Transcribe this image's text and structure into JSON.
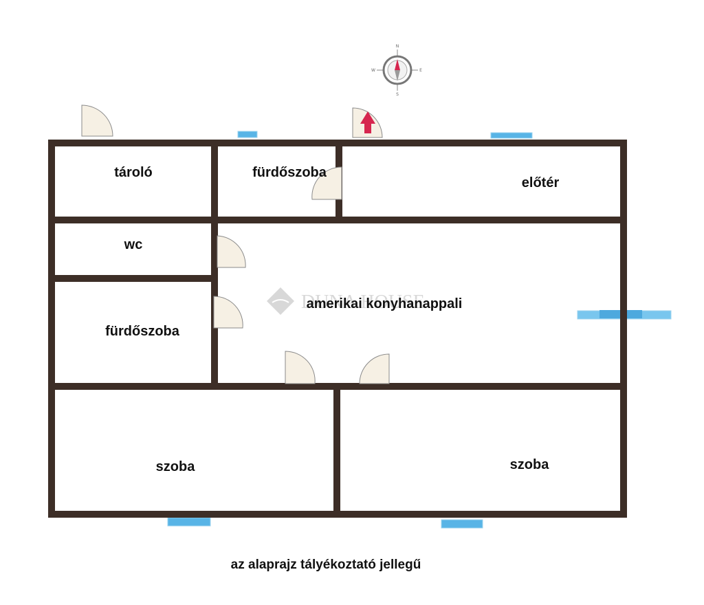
{
  "rooms": {
    "tarolo": "tároló",
    "furdoszoba_top": "fürdőszoba",
    "eloter": "előtér",
    "wc": "wc",
    "furdoszoba_left": "fürdőszoba",
    "amerikai": "amerikai konyhanappali",
    "szoba_left": "szoba",
    "szoba_right": "szoba"
  },
  "watermark": "DUNA HOUSE",
  "compass": {
    "n": "N",
    "s": "S",
    "e": "E",
    "w": "W"
  },
  "footer_note": "az alaprajz tályékoztató jellegű",
  "colors": {
    "wall": "#3d2e27",
    "window": "#58b4e6",
    "door_fill": "#f6f0e4",
    "door_stroke": "#8a8a8a",
    "entrance_arrow": "#d6264f"
  }
}
